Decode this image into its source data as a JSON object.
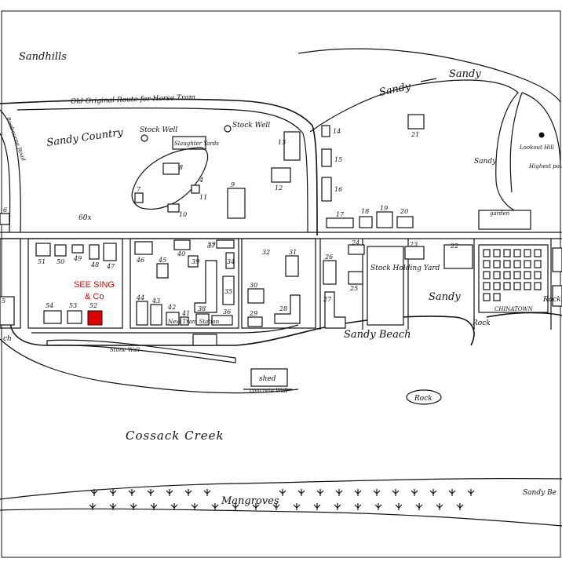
{
  "map": {
    "labels": {
      "sandhills": "Sandhills",
      "original_route": "Old Original Route for Horse Tram",
      "sandy_country": "Sandy Country",
      "stock_well_1": "Stock Well",
      "stock_well_2": "Stock Well",
      "slaughter_yards": "Slaughter Yards",
      "box": "60x",
      "sandy_1": "Sandy",
      "sandy_2": "Sandy",
      "sandy_3": "Sandy",
      "sandy_4": "Sandy",
      "lookout_hill": "Lookout Hill",
      "highest_point": "Highest point",
      "garden": "garden",
      "stock_holding_yard": "Stock Holding Yard",
      "chinatown": "CHINATOWN",
      "new_tram_station": "New Tram Station",
      "stone_wall": "Stone Wall",
      "shed": "shed",
      "concrete_wall": "concrete Wall",
      "sandy_beach": "Sandy Beach",
      "rock_1": "Rock",
      "rock_2": "Rock",
      "rock_3": "Rock",
      "cossack_creek": "Cossack Creek",
      "mangroves": "Mangroves",
      "sandy_beach_right": "Sandy Be",
      "left_road": "Roebourne Road",
      "left_beach": "ch"
    },
    "highlight": {
      "line1": "SEE SING",
      "line2": "& Co",
      "lot": "52",
      "color": "#e00000"
    },
    "lots": {
      "l4": "4",
      "l5": "5",
      "l6": "6",
      "l7": "7",
      "l8": "8",
      "l9": "9",
      "l10": "10",
      "l11": "11",
      "l12": "12",
      "l13": "13",
      "l14": "14",
      "l15": "15",
      "l16": "16",
      "l17": "17",
      "l18": "18",
      "l19": "19",
      "l20": "20",
      "l21": "21",
      "l22": "22",
      "l23": "23",
      "l24": "24",
      "l25": "25",
      "l26": "26",
      "l27": "27",
      "l28": "28",
      "l29": "29",
      "l30": "30",
      "l31": "31",
      "l32": "32",
      "l33": "33",
      "l34": "34",
      "l35": "35",
      "l36": "36",
      "l37": "37",
      "l38": "38",
      "l39": "39",
      "l40": "40",
      "l41": "41",
      "l42": "42",
      "l43": "43",
      "l44": "44",
      "l45": "45",
      "l46": "46",
      "l47": "47",
      "l48": "48",
      "l49": "49",
      "l50": "50",
      "l51": "51",
      "l53": "53",
      "l54": "54"
    }
  }
}
